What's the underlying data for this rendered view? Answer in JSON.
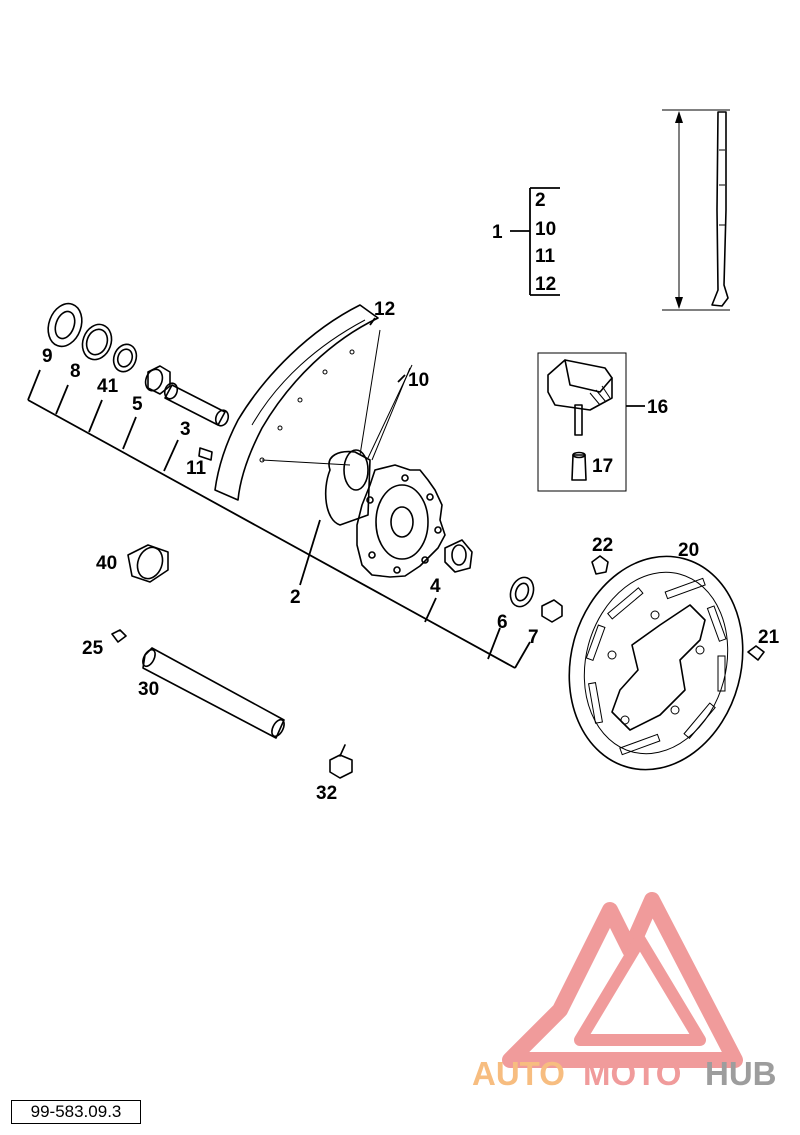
{
  "callouts": {
    "c1": "1",
    "c2": "2",
    "c3": "3",
    "c4": "4",
    "c5": "5",
    "c6": "6",
    "c7": "7",
    "c8": "8",
    "c9": "9",
    "c10": "10",
    "c11": "11",
    "c12": "12",
    "c16": "16",
    "c17": "17",
    "c20": "20",
    "c21": "21",
    "c22": "22",
    "c25": "25",
    "c30": "30",
    "c32": "32",
    "c40": "40",
    "c41": "41"
  },
  "assembly_group": [
    "2",
    "10",
    "11",
    "12"
  ],
  "watermark": {
    "part1": "AUTO",
    "part2": "MOTO",
    "part3": "HUB"
  },
  "document_number": "99-583.09.3",
  "colors": {
    "ink": "#000000",
    "watermark_orange": "#f6b26b",
    "watermark_red": "#ee8a8a",
    "watermark_grey": "#8c8c8c"
  }
}
